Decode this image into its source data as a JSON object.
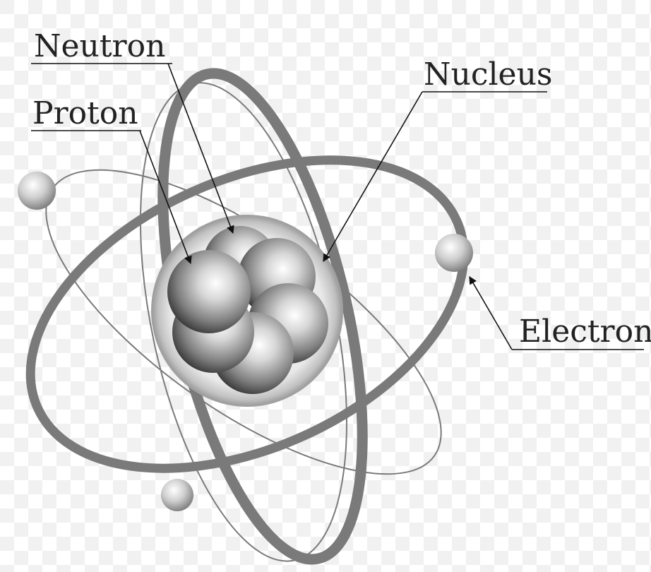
{
  "labels": {
    "neutron": "Neutron",
    "proton": "Proton",
    "nucleus": "Nucleus",
    "electron": "Electron"
  },
  "colors": {
    "orbit": "#7a7a7a",
    "label_text": "#222222",
    "checker_light": "#ffffff",
    "checker_dark": "#f1f1f1",
    "sphere_highlight": "#ffffff",
    "sphere_shadow": "#151515"
  }
}
